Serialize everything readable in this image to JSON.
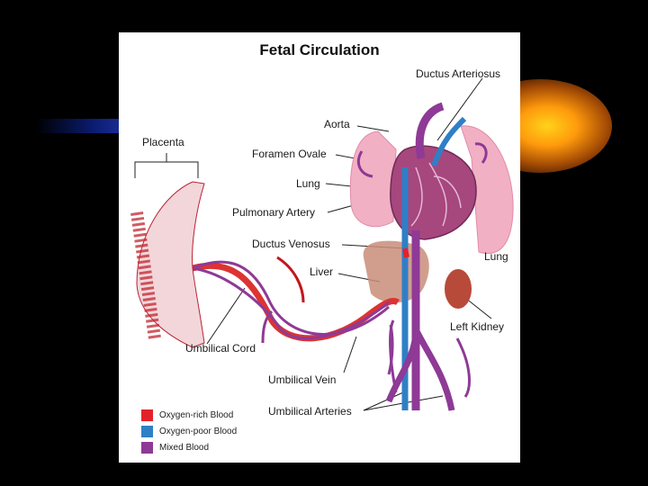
{
  "title": "Fetal Circulation",
  "labels": {
    "ductus_arteriosus": "Ductus Arteriosus",
    "aorta": "Aorta",
    "foramen_ovale": "Foramen Ovale",
    "lung_left": "Lung",
    "pulmonary_artery": "Pulmonary Artery",
    "ductus_venosus": "Ductus Venosus",
    "liver": "Liver",
    "lung_right": "Lung",
    "left_kidney": "Left Kidney",
    "placenta": "Placenta",
    "umbilical_cord": "Umbilical Cord",
    "umbilical_vein": "Umbilical Vein",
    "umbilical_arteries": "Umbilical Arteries"
  },
  "legend": [
    {
      "label": "Oxygen-rich Blood",
      "color": "#e3212b"
    },
    {
      "label": "Oxygen-poor Blood",
      "color": "#2f7fc6"
    },
    {
      "label": "Mixed Blood",
      "color": "#8e3a96"
    }
  ]
}
